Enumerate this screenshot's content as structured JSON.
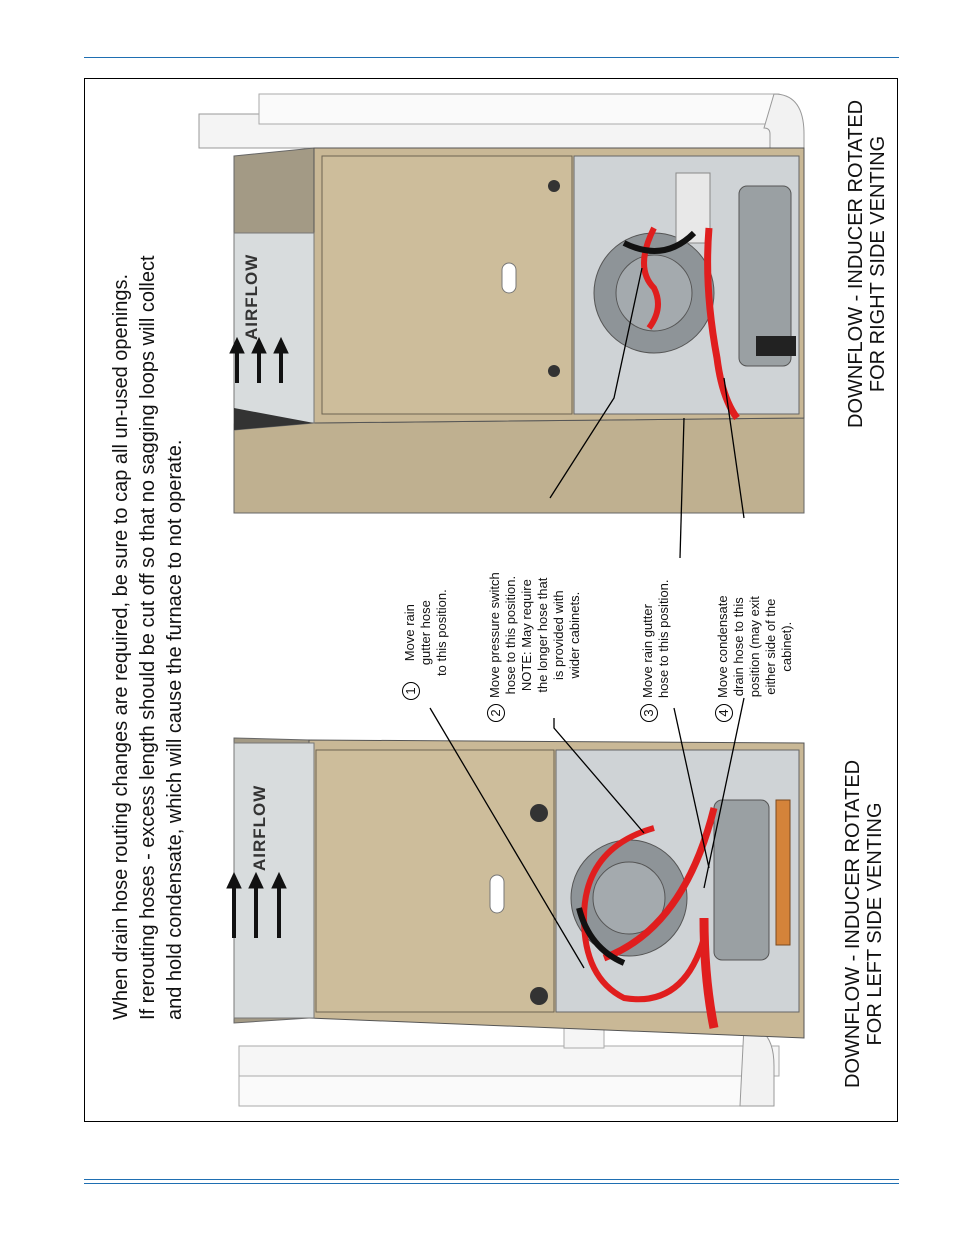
{
  "notice": {
    "line1": "When drain hose routing changes are required, be sure to cap all un-used openings.",
    "line2": "If rerouting hoses - excess length should be cut off so that no sagging loops will collect",
    "line3": "and hold condensate, which will cause the furnace to not operate."
  },
  "callouts": [
    {
      "number": "1",
      "lines": [
        "Move rain",
        "gutter hose",
        "to this position."
      ]
    },
    {
      "number": "2",
      "lines": [
        "Move pressure switch",
        "hose to this position.",
        "NOTE: May require",
        "the longer hose that",
        "is provided with",
        "wider cabinets."
      ]
    },
    {
      "number": "3",
      "lines": [
        "Move rain gutter",
        "hose to this position."
      ]
    },
    {
      "number": "4",
      "lines": [
        "Move condensate",
        "drain hose to this",
        "position (may exit",
        "either side of the",
        "cabinet)."
      ]
    }
  ],
  "captions": {
    "left_line1": "DOWNFLOW - INDUCER ROTATED",
    "left_line2": "FOR LEFT SIDE VENTING",
    "right_line1": "DOWNFLOW - INDUCER ROTATED",
    "right_line2": "FOR RIGHT SIDE VENTING"
  },
  "airflow_label": "AIRFLOW",
  "colors": {
    "rule": "#1f6fb2",
    "cabinet": "#c8b795",
    "hose": "#e01e1e",
    "pipe": "#f2f2f2"
  }
}
